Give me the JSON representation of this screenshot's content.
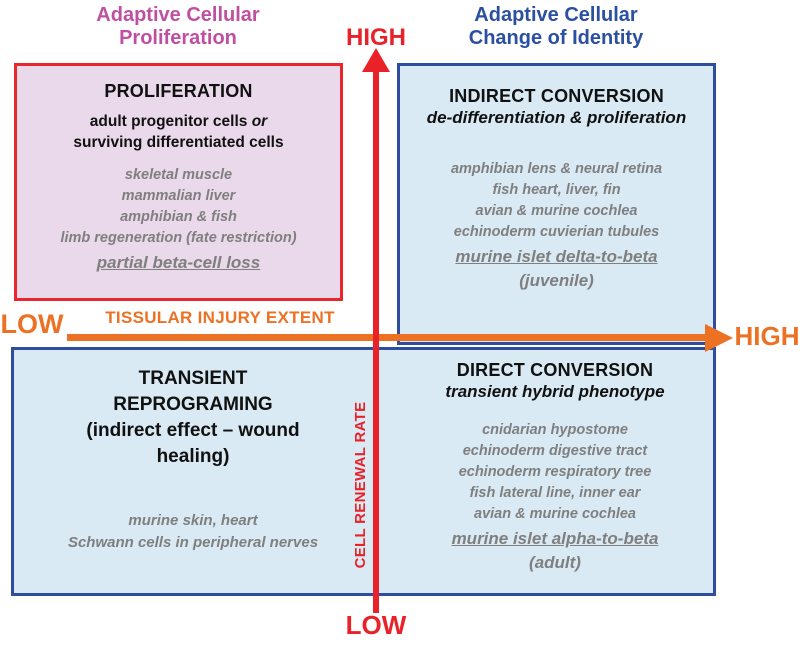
{
  "headers": {
    "left": {
      "line1": "Adaptive Cellular",
      "line2": "Proliferation"
    },
    "right": {
      "line1": "Adaptive Cellular",
      "line2": "Change of Identity"
    }
  },
  "axes": {
    "vertical": {
      "label": "CELL RENEWAL RATE",
      "high": "HIGH",
      "low": "LOW"
    },
    "horizontal": {
      "label": "TISSULAR INJURY EXTENT",
      "low": "LOW",
      "high": "HIGH"
    }
  },
  "quadrants": {
    "proliferation": {
      "title": "PROLIFERATION",
      "subtitle_line1": "adult progenitor cells ",
      "subtitle_or": "or",
      "subtitle_line2": "surviving differentiated cells",
      "examples": [
        "skeletal muscle",
        "mammalian liver",
        "amphibian & fish",
        "limb regeneration (fate restriction)"
      ],
      "underlined": "partial beta-cell loss"
    },
    "indirect_conversion": {
      "title": "INDIRECT CONVERSION",
      "subtitle": "de-differentiation & proliferation",
      "examples": [
        "amphibian lens & neural retina",
        "fish heart, liver, fin",
        "avian & murine cochlea",
        "echinoderm cuvierian tubules"
      ],
      "underlined": "murine islet delta-to-beta",
      "note": "(juvenile)"
    },
    "transient_reprogramming": {
      "title_lines": [
        "TRANSIENT",
        "REPROGRAMING",
        "(indirect effect – wound",
        "healing)"
      ],
      "examples": [
        "murine skin, heart",
        "Schwann cells in peripheral nerves"
      ]
    },
    "direct_conversion": {
      "title": "DIRECT CONVERSION",
      "subtitle": "transient hybrid phenotype",
      "examples": [
        "cnidarian hypostome",
        "echinoderm digestive tract",
        "echinoderm respiratory tree",
        "fish lateral line, inner ear",
        "avian & murine cochlea"
      ],
      "underlined": "murine islet alpha-to-beta",
      "note": "(adult)"
    }
  },
  "colors": {
    "magenta_header": "#bf4fa0",
    "blue_header": "#2b4fa1",
    "red_axis": "#e92128",
    "orange_axis": "#ed7123",
    "pink_fill": "#e9d9ea",
    "pink_border": "#e9262c",
    "blue_fill": "#d9eaf4",
    "blue_border": "#2e4d9e",
    "gray_text": "#7f7f7f"
  }
}
